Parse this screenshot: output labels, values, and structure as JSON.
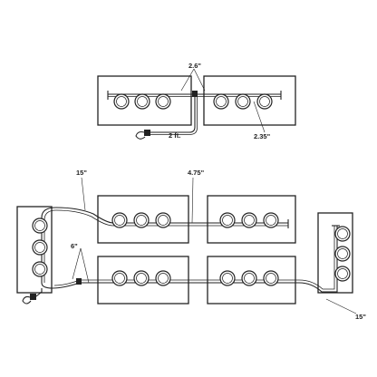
{
  "top_diagram": {
    "labels": {
      "spacing": "2.6\"",
      "hose_length": "2 ft.",
      "tee_offset": "2.35\""
    }
  },
  "bottom_diagram": {
    "labels": {
      "top_left_bend": "15\"",
      "loop_span": "4.75\"",
      "branch_split": "6\"",
      "bottom_right_bend": "15\""
    }
  },
  "colors": {
    "line": "#222222",
    "background": "#ffffff"
  }
}
